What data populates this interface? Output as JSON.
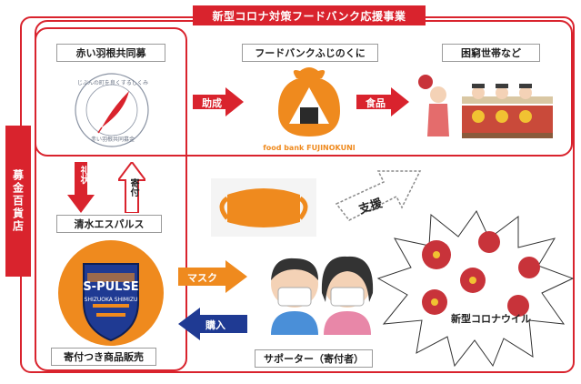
{
  "title": "新型コロナ対策フードバンク応援事業",
  "side_banner": "募金百貨店",
  "boxes": {
    "akai_hane": "赤い羽根共同募",
    "food_bank": "フードバンクふじのくに",
    "households": "困窮世帯など",
    "shimizu": "清水エスパルス",
    "sales": "寄付つき商品販売",
    "supporters": "サポーター（寄付者）"
  },
  "arrows": {
    "grant": "助成",
    "food": "食品",
    "thanks": "礼状",
    "donation": "寄付",
    "mask": "マスク",
    "purchase": "購入",
    "support": "支援"
  },
  "virus_label": "新型コロナウイル",
  "food_bank_logo": "food bank FUJINOKUNI",
  "akai_hane_seal_text": "じぶんの町を良くするしくみ",
  "akai_hane_seal_bottom": "赤い羽根共同募金",
  "spulse_logo": "S-PULSE",
  "spulse_sub": "SHIZUOKA SHIMIZU",
  "colors": {
    "red": "#d9232d",
    "orange": "#ef8a1e",
    "navy": "#1f3a93",
    "virus": "#c8333a"
  }
}
